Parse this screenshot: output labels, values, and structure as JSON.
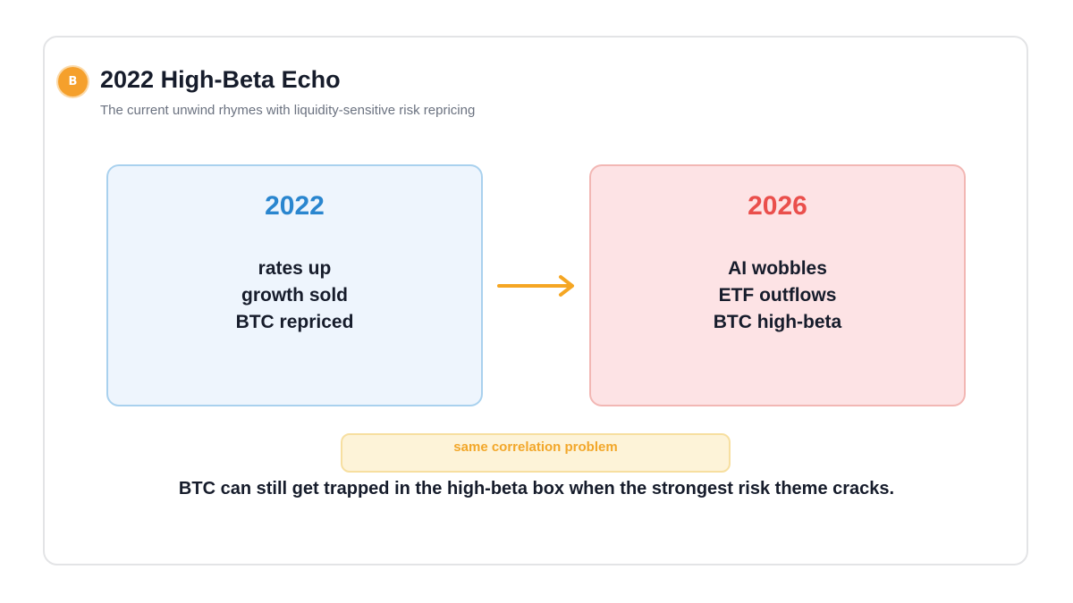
{
  "header": {
    "logo_letter": "B",
    "title": "2022 High-Beta Echo",
    "subtitle": "The current unwind rhymes with liquidity-sensitive risk repricing"
  },
  "colors": {
    "accent": "#f5a02c",
    "left_year": "#2a86cf",
    "right_year": "#ea4f4c",
    "text": "#161c2b"
  },
  "left_box": {
    "year": "2022",
    "lines": [
      "rates up",
      "growth sold",
      "BTC repriced"
    ]
  },
  "arrow": {
    "icon": "arrow-right-icon"
  },
  "right_box": {
    "year": "2026",
    "lines": [
      "AI wobbles",
      "ETF outflows",
      "BTC high-beta"
    ]
  },
  "pill": {
    "label": "same correlation problem"
  },
  "caption": "BTC can still get trapped in the high-beta box when the strongest risk theme cracks."
}
